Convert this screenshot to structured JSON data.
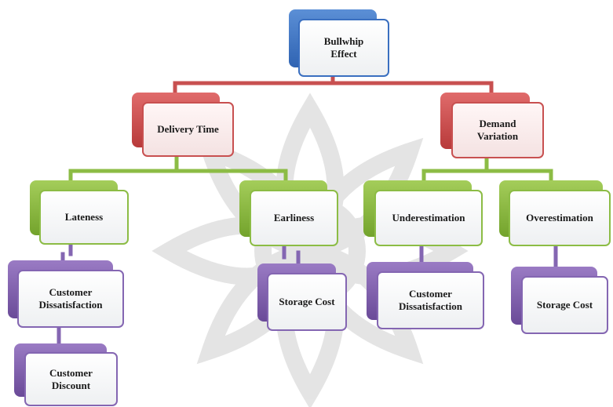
{
  "diagram": {
    "root": "Bullwhip\nEffect",
    "causes": {
      "delivery_time": "Delivery Time",
      "demand_variation": "Demand\nVariation"
    },
    "types": {
      "lateness": "Lateness",
      "earliness": "Earliness",
      "underestimation": "Underestimation",
      "overestimation": "Overestimation"
    },
    "impacts": {
      "lateness_customer_dissatisfaction": "Customer\nDissatisfaction",
      "lateness_customer_discount": "Customer\nDiscount",
      "earliness_storage_cost": "Storage Cost",
      "underestimation_customer_dissatisfaction": "Customer\nDissatisfaction",
      "overestimation_storage_cost": "Storage Cost"
    }
  },
  "colors": {
    "level1": "#3a6fc0",
    "level2": "#c85050",
    "level3": "#8cbc45",
    "level4": "#8466b2",
    "watermark": "#d9d9d9"
  }
}
